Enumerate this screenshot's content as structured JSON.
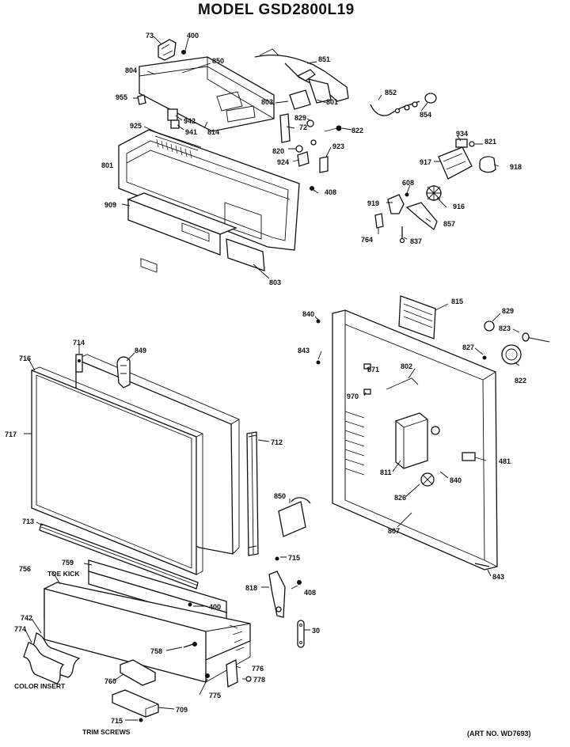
{
  "header": {
    "title": "MODEL GSD2800L19",
    "art_number": "(ART NO. WD7693)"
  },
  "captions": {
    "toe_kick": "TOE KICK",
    "color_insert": "COLOR INSERT",
    "trim_screws": "TRIM SCREWS"
  },
  "labels": {
    "p73": "73",
    "p400a": "400",
    "p850a": "850",
    "p851": "851",
    "p804": "804",
    "p955": "955",
    "p803a": "803",
    "p801a": "801",
    "p852": "852",
    "p854": "854",
    "p942": "942",
    "p941": "941",
    "p814": "814",
    "p829a": "829",
    "p72": "72",
    "p822a": "822",
    "p925": "925",
    "p934": "934",
    "p821": "821",
    "p820": "820",
    "p923": "923",
    "p924": "924",
    "p917": "917",
    "p918": "918",
    "p801b": "801",
    "p408a": "408",
    "p608": "608",
    "p919": "919",
    "p916": "916",
    "p909": "909",
    "p857": "857",
    "p764": "764",
    "p837": "837",
    "p803b": "803",
    "p815": "815",
    "p840a": "840",
    "p829b": "829",
    "p823": "823",
    "p843a": "843",
    "p827": "827",
    "p871": "871",
    "p802": "802",
    "p822b": "822",
    "p970": "970",
    "p714": "714",
    "p849": "849",
    "p716": "716",
    "p717": "717",
    "p712": "712",
    "p481": "481",
    "p811": "811",
    "p840b": "840",
    "p826": "826",
    "p850b": "850",
    "p713": "713",
    "p807": "807",
    "p715a": "715",
    "p843b": "843",
    "p759": "759",
    "p756": "756",
    "p818": "818",
    "p408b": "408",
    "p400b": "400",
    "p742": "742",
    "p774": "774",
    "p30": "30",
    "p758": "758",
    "p776": "776",
    "p778": "778",
    "p760": "760",
    "p775": "775",
    "p709": "709",
    "p715b": "715"
  }
}
